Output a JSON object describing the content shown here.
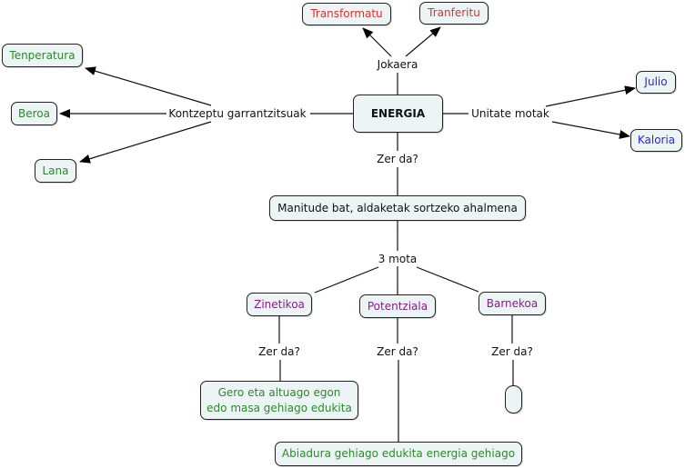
{
  "colors": {
    "node_fill": "#edf4f5",
    "node_border": "#222222",
    "red_text": "#e03030",
    "green_text": "#2a8a2a",
    "blue_text": "#2a2ad0",
    "purple_text": "#8a1a8a"
  },
  "nodes": {
    "energia": "ENERGIA",
    "transformatu": "Transformatu",
    "tranferitu": "Tranferitu",
    "tenperatura": "Tenperatura",
    "beroa": "Beroa",
    "lana": "Lana",
    "julio": "Julio",
    "kaloria": "Kaloria",
    "manitude": "Manitude bat, aldaketak sortzeko ahalmena",
    "zinetikoa": "Zinetikoa",
    "potentziala": "Potentziala",
    "barnekoa": "Barnekoa",
    "gero_line1": "Gero eta altuago egon",
    "gero_line2": "edo masa gehiago edukita",
    "abiadura": "Abiadura gehiago edukita energia gehiago",
    "empty": ""
  },
  "links": {
    "jokaera": "Jokaera",
    "kontzeptu": "Kontzeptu garrantzitsuak",
    "unitate": "Unitate motak",
    "zer_da_main": "Zer da?",
    "mota": "3 mota",
    "zer_da_zinetikoa": "Zer da?",
    "zer_da_potentziala": "Zer da?",
    "zer_da_barnekoa": "Zer da?"
  }
}
